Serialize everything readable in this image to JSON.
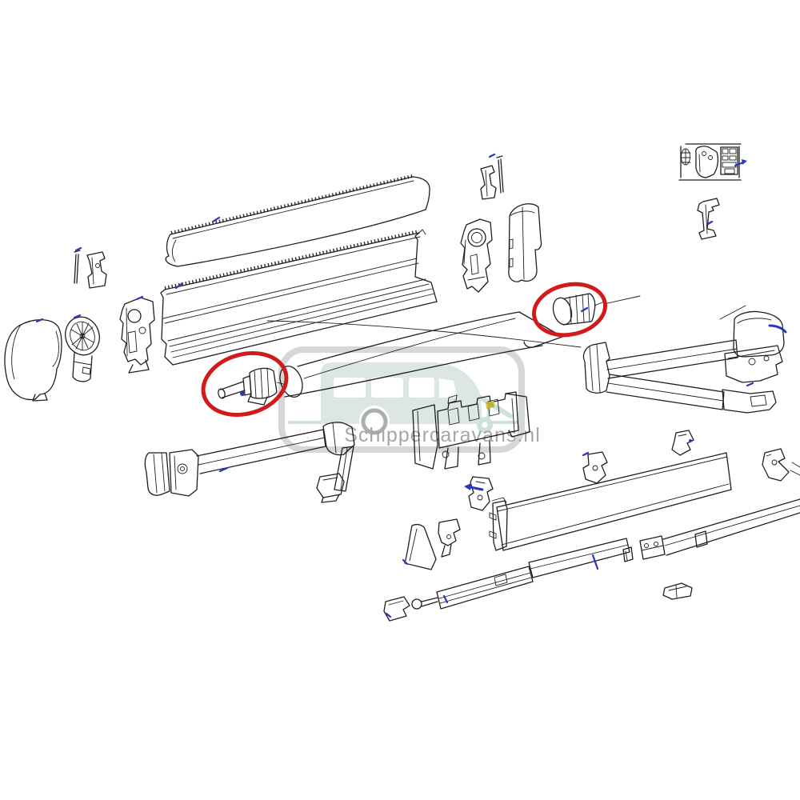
{
  "meta": {
    "type": "exploded-parts-diagram",
    "subject": "caravan awning spare parts drawing",
    "background": "#ffffff"
  },
  "watermark": {
    "text": "Schippercaravans.nl",
    "border_color": "#d5d8d7",
    "body_color": "#dce6e4",
    "accent_color": "#cde2de",
    "text_color": "#a3a8a7"
  },
  "colors": {
    "line": "#1f1f1f",
    "highlight_red": "#d11a1a",
    "mark_blue": "#2a35c0",
    "mark_yellow": "#e9c93c",
    "wm_border": "#d5d8d7",
    "wm_body": "#dce6e4",
    "wm_accent": "#cde2de",
    "wm_text": "#a3a8a7",
    "bg": "#ffffff"
  },
  "highlights": [
    {
      "id": "left",
      "part": "motor-drive-end-unit",
      "shape": "red-ellipse"
    },
    {
      "id": "right",
      "part": "roller-end-knob",
      "shape": "red-ellipse"
    }
  ],
  "parts": [
    {
      "name": "detail-box-insert"
    },
    {
      "name": "detail-box-bracket"
    },
    {
      "name": "case-top-cover"
    },
    {
      "name": "awning-case-profile"
    },
    {
      "name": "fabric-roller"
    },
    {
      "name": "motor-drive-end-unit",
      "highlighted": true
    },
    {
      "name": "roller-end-knob",
      "highlighted": true
    },
    {
      "name": "left-wall-pin-bracket"
    },
    {
      "name": "left-end-cap"
    },
    {
      "name": "drive-gear-wheel"
    },
    {
      "name": "left-gear-bracket"
    },
    {
      "name": "right-wall-pin-bracket"
    },
    {
      "name": "right-gear-bracket"
    },
    {
      "name": "right-end-cap"
    },
    {
      "name": "right-spring-arm-assembly"
    },
    {
      "name": "left-spring-arm-assembly"
    },
    {
      "name": "mounting-rail-bracket"
    },
    {
      "name": "lead-rail-panel"
    },
    {
      "name": "lead-rail-end-piece"
    },
    {
      "name": "clamp-small-left"
    },
    {
      "name": "clamp-small-middle"
    },
    {
      "name": "clamp-small-right"
    },
    {
      "name": "clamp-far-right"
    },
    {
      "name": "tension-rafter-front"
    },
    {
      "name": "tension-rafter-rear"
    },
    {
      "name": "rafter-end-block"
    },
    {
      "name": "wedge-support"
    },
    {
      "name": "support-clamp"
    },
    {
      "name": "bottom-fixing-bracket"
    },
    {
      "name": "edge-clip"
    }
  ]
}
